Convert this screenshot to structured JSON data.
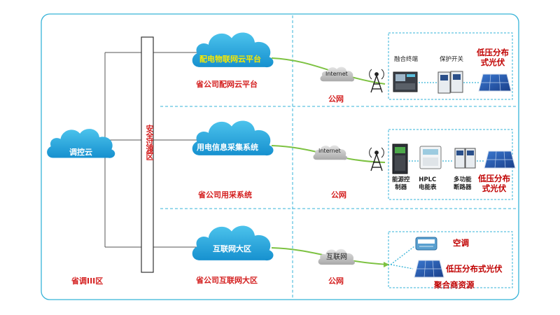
{
  "zones": {
    "dispatch_zone": "省调III区",
    "security_zone": "安全过渡区",
    "public_network": "公网"
  },
  "dispatch_cloud": "调控云",
  "rows": [
    {
      "cloud_label": "配电物联网云平台",
      "platform_label": "省公司配网云平台",
      "network_cloud": "Internet",
      "network_zone": "公网",
      "devices": [
        "融合终端",
        "保护开关"
      ],
      "pv_label": "低压分布\n式光伏"
    },
    {
      "cloud_label": "用电信息采集系统",
      "platform_label": "省公司用采系统",
      "network_cloud": "Internet",
      "network_zone": "公网",
      "devices": [
        "能源控\n制器",
        "HPLC\n电能表",
        "多功能\n断路器"
      ],
      "pv_label": "低压分布\n式光伏"
    },
    {
      "cloud_label": "互联网大区",
      "platform_label": "省公司互联网大区",
      "network_cloud": "互联网",
      "network_zone": "公网",
      "devices": [
        "空调",
        "低压分布式光伏"
      ],
      "aggregator_label": "聚合商资源"
    }
  ],
  "colors": {
    "border": "#36b3d8",
    "cloud": "#1fa3d8",
    "red_text": "#d42020",
    "link_line": "#7dc242"
  }
}
